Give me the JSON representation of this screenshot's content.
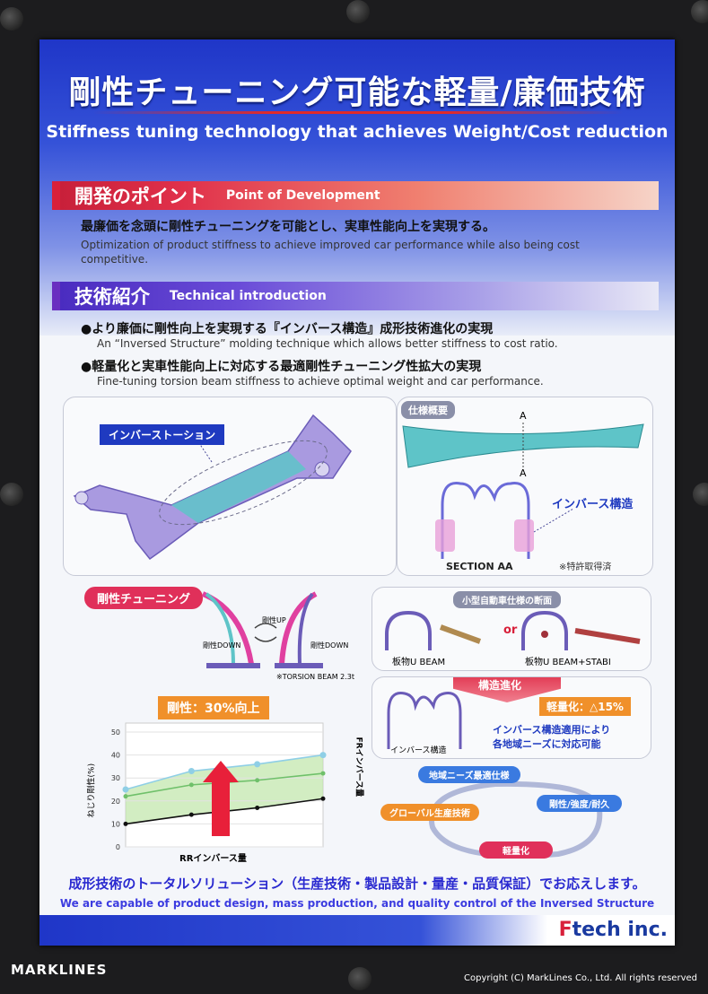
{
  "title": {
    "jp": "剛性チューニング可能な軽量/廉価技術",
    "en": "Stiffness tuning technology that achieves Weight/Cost reduction"
  },
  "point_of_development": {
    "heading_jp": "開発のポイント",
    "heading_en": "Point of Development",
    "text_jp": "最廉価を念頭に剛性チューニングを可能とし、実車性能向上を実現する。",
    "text_en_line1": "Optimization of product stiffness to achieve improved car performance while also being cost",
    "text_en_line2": "competitive."
  },
  "technical_introduction": {
    "heading_jp": "技術紹介",
    "heading_en": "Technical introduction",
    "bullet1_jp": "●より廉価に剛性向上を実現する『インバース構造』成形技術進化の実現",
    "bullet1_en": "An “Inversed Structure” molding technique which allows better stiffness to cost ratio.",
    "bullet2_jp": "●軽量化と実車性能向上に対応する最適剛性チューニング性拡大の実現",
    "bullet2_en": "Fine-tuning torsion beam stiffness to achieve optimal weight and car performance."
  },
  "beam_panel": {
    "label": "インバーストーション"
  },
  "spec_panel": {
    "tag": "仕様概要",
    "label_a_top": "A",
    "label_a_bottom": "A",
    "inverse_label": "インバース構造",
    "section_label": "SECTION AA",
    "patent": "※特許取得済"
  },
  "tuning_panel": {
    "tag": "剛性チューニング",
    "up": "剛性UP",
    "down_left": "剛性DOWN",
    "down_right": "剛性DOWN",
    "note": "※TORSION BEAM 2.3t",
    "callout": "剛性：30%向上",
    "ylabel": "ねじり剛性(%)",
    "xlabel": "RRインバース量",
    "fr_label": "FRインバース量",
    "yticks": [
      "50",
      "40",
      "30",
      "20",
      "10",
      "0"
    ],
    "chart_data": {
      "type": "line",
      "x": [
        0,
        1,
        2,
        3
      ],
      "series": [
        {
          "values": [
            25,
            33,
            36,
            40
          ],
          "color": "#8fcfe6"
        },
        {
          "values": [
            22,
            27,
            29,
            32
          ],
          "color": "#6fc06a"
        },
        {
          "values": [
            10,
            14,
            17,
            21
          ],
          "color": "#111111"
        }
      ],
      "ylim": [
        0,
        50
      ]
    }
  },
  "compact_panel": {
    "title": "小型自動車仕様の断面",
    "left_label": "板物U BEAM",
    "or": "or",
    "right_label": "板物U BEAM+STABI"
  },
  "evolution_panel": {
    "arrow_label": "構造進化",
    "weight_badge": "軽量化：△15%",
    "shape_label": "インバース構造",
    "text_line1": "インバース構造適用により",
    "text_line2": "各地域ニーズに対応可能"
  },
  "cycle": {
    "item1": "地域ニーズ最適仕様",
    "item2": "剛性/強度/耐久",
    "item3": "軽量化",
    "item4": "グローバル生産技術"
  },
  "footer": {
    "jp": "成形技術のトータルソリューション（生産技術・製品設計・量産・品質保証）でお応えします。",
    "en": "We are capable of product design, mass production, and quality control of the Inversed Structure",
    "brand_f": "F",
    "brand_rest": "tech inc."
  },
  "watermark": {
    "left": "MARKLINES",
    "right": "Copyright (C) MarkLines Co., Ltd. All rights reserved"
  }
}
